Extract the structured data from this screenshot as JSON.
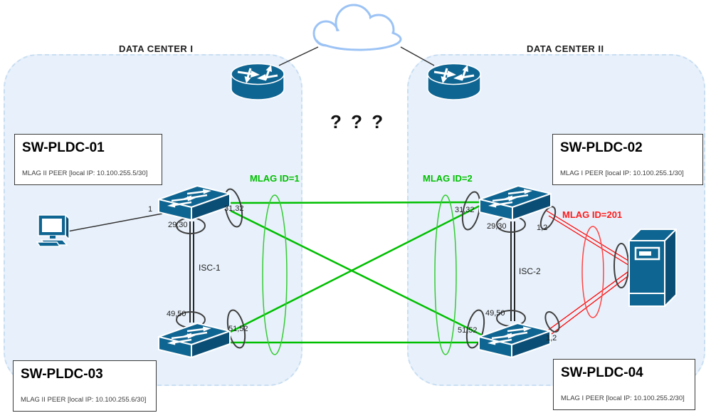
{
  "diagram": {
    "question_marks": "? ? ?",
    "regions": [
      {
        "id": "dc1",
        "label": "DATA CENTER I"
      },
      {
        "id": "dc2",
        "label": "DATA CENTER II"
      }
    ],
    "info_boxes": [
      {
        "title": "SW-PLDC-01",
        "subtitle": "MLAG II PEER [local IP: 10.100.255.5/30]"
      },
      {
        "title": "SW-PLDC-02",
        "subtitle": "MLAG I PEER [local IP: 10.100.255.1/30]"
      },
      {
        "title": "SW-PLDC-03",
        "subtitle": "MLAG II PEER [local IP: 10.100.255.6/30]"
      },
      {
        "title": "SW-PLDC-04",
        "subtitle": "MLAG I PEER [local IP: 10.100.255.2/30]"
      }
    ],
    "link_labels": {
      "mlag1": "MLAG ID=1",
      "mlag2": "MLAG ID=2",
      "mlag201": "MLAG ID=201",
      "isc1": "ISC-1",
      "isc2": "ISC-2"
    },
    "port_labels": {
      "sw1_access": "1",
      "sw1_mlag": "31,32",
      "sw1_isc": "29,30",
      "sw3_isc": "49,50",
      "sw3_mlag": "51,52",
      "sw2_mlag": "31,32",
      "sw2_isc": "29,30",
      "sw2_server": "1,2",
      "sw4_isc": "49,50",
      "sw4_mlag": "51,52",
      "sw4_server": "1,2"
    },
    "icons": {
      "cloud": "cloud-icon",
      "router": "router-icon",
      "switch": "switch-icon",
      "pc": "pc-icon",
      "server": "server-icon"
    },
    "colors": {
      "mlag_green": "#00bf00",
      "mlag_red": "#ff0000",
      "node_teal": "#0f6592",
      "node_teal_dark": "#0b4e75",
      "region_fill": "#e8f1fb",
      "region_border": "#c9def2",
      "cloud_stroke": "#9cc3f5",
      "ellipse_gray": "#3f3f3f"
    }
  }
}
